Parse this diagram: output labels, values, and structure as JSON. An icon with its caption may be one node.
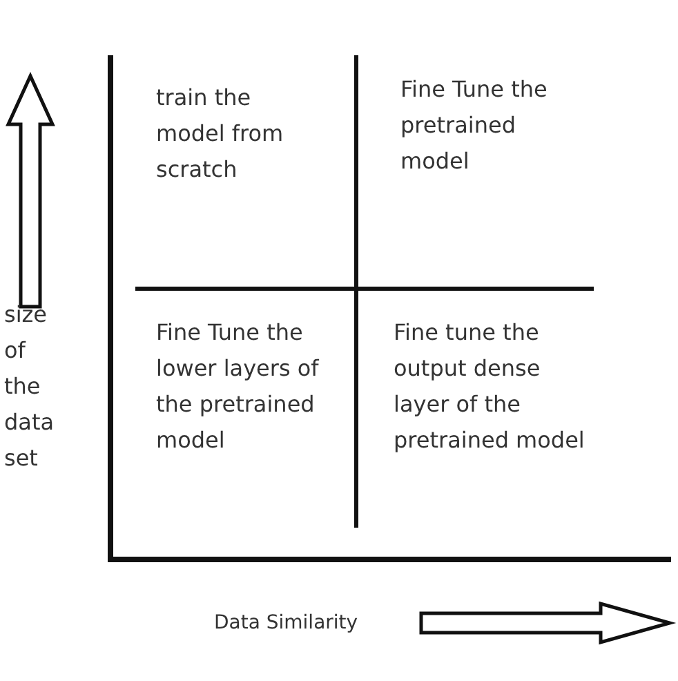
{
  "diagram": {
    "labels": [
      "train the model from scratch",
      "Fine Tune the pretrained model",
      "Fine Tune the lower layers of the pretrained model",
      "Fine tune the output dense layer of the pretrained model",
      "size of the data set",
      "Data Similarity"
    ]
  }
}
